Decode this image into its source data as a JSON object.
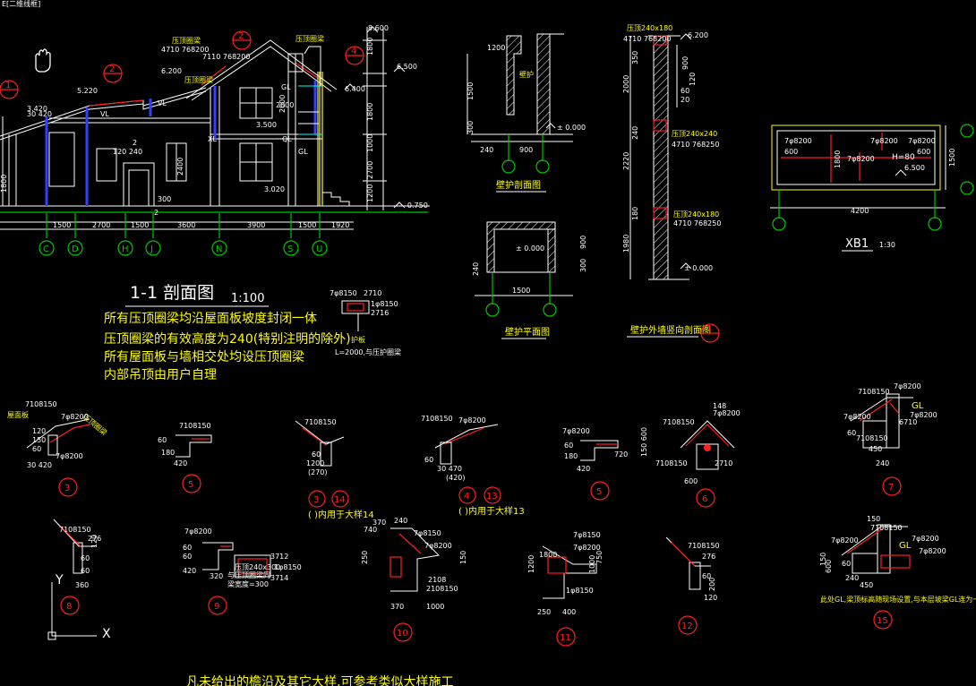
{
  "window": {
    "title_fragment": "E[二维线框]"
  },
  "section": {
    "title": "1-1 剖面图",
    "scale": "1:100",
    "elevations": [
      "8.600",
      "6.500",
      "6.400",
      "6.200",
      "5.220",
      "3.500",
      "3.420",
      "3.020",
      "-0.750"
    ],
    "dims_bottom": [
      "1500",
      "2700",
      "1500",
      "3600",
      "3900",
      "1500",
      "1920"
    ],
    "dims_right": [
      "1800",
      "1800",
      "1000",
      "2700",
      "1200"
    ],
    "dims_left": [
      "2400",
      "2000",
      "1800"
    ],
    "axis_labels": [
      "C",
      "D",
      "H",
      "J",
      "N",
      "S",
      "U"
    ],
    "callouts": [
      "1",
      "2",
      "4",
      "2"
    ],
    "tags": [
      "压顶圈梁",
      "压顶圈梁",
      "压顶圈梁",
      "VL",
      "VL",
      "GL",
      "XL",
      "QL",
      "GL"
    ],
    "small_dims": [
      "30 420",
      "120 240",
      "300",
      "2",
      "2",
      "2000",
      "4710 768200",
      "7110 768200"
    ]
  },
  "notes": [
    "所有压顶圈梁均沿屋面板坡度封闭一体",
    "压顶圈梁的有效高度为240(特别注明的除外)",
    "所有屋面板与墙相交处均设压顶圈梁",
    "内部吊顶由用户自理"
  ],
  "parapet_section": {
    "title": "壁护剖面图",
    "dims": [
      "1200",
      "1500",
      "300",
      "240",
      "900"
    ],
    "elev": "± 0.000",
    "label": "壁护"
  },
  "parapet_plan": {
    "title": "壁护平面图",
    "dims": [
      "1500",
      "900",
      "300",
      "240"
    ],
    "elev": "± 0.000"
  },
  "wall_section": {
    "title": "壁护外墙竖向剖面图",
    "callout": "1",
    "elev_top": "6.200",
    "elev_bottom": "± 0.000",
    "dims": [
      "350",
      "2000",
      "240",
      "2220",
      "180",
      "1980"
    ],
    "beams": [
      "压顶240x180",
      "4710 768200",
      "压顶240x240",
      "4710 768250",
      "压顶240x180",
      "4710 768250"
    ],
    "small": [
      "900",
      "120",
      "60",
      "20"
    ]
  },
  "slab": {
    "title": "XB1",
    "scale": "1:30",
    "dims": [
      "4200",
      "1500",
      "1800"
    ],
    "labels": [
      "7φ8200",
      "7φ8200",
      "7φ8200",
      "7φ8200",
      "H=80"
    ],
    "elev": "6.500",
    "small": [
      "600",
      "600"
    ]
  },
  "rail": {
    "title": "护板",
    "length": "L=2000,与压护圈梁",
    "dims": [
      "7φ8150",
      "2710",
      "1φ8150",
      "2716"
    ]
  },
  "details": [
    {
      "id": "3",
      "text": [
        "7108150",
        "7φ8200",
        "60",
        "150",
        "120",
        "30 420",
        "7φ8200"
      ],
      "tags": [
        "屋面板",
        "压顶圈梁"
      ]
    },
    {
      "id": "5",
      "text": [
        "7108150",
        "60",
        "420",
        "180"
      ]
    },
    {
      "id": "3",
      "id2": "14",
      "note": "( )内用于大样14",
      "text": [
        "7108150",
        "60",
        "1200",
        "(270)"
      ]
    },
    {
      "id": "4",
      "id2": "13",
      "note": "( )内用于大样13",
      "text": [
        "7108150",
        "7φ8200",
        "60",
        "30 470",
        "(420)"
      ]
    },
    {
      "id": "5",
      "text": [
        "7φ8200",
        "60",
        "420",
        "720",
        "180"
      ]
    },
    {
      "id": "6",
      "text": [
        "7108150",
        "7φ8200",
        "148",
        "150 600",
        "2710",
        "7108150",
        "600"
      ]
    },
    {
      "id": "7",
      "text": [
        "7108150",
        "7φ8200",
        "7φ8200",
        "6710",
        "7φ8200",
        "7108150",
        "60",
        "240",
        "450",
        "GL"
      ]
    },
    {
      "id": "8",
      "text": [
        "7108150",
        "276",
        "60",
        "120",
        "60",
        "360"
      ]
    },
    {
      "id": "9",
      "text": [
        "7φ8200",
        "60",
        "60",
        "420",
        "320",
        "压顶240x300",
        "与压顶圈梁同",
        "梁宽度=300",
        "3712",
        "1φ8150",
        "3714"
      ]
    },
    {
      "id": "10",
      "text": [
        "370",
        "240",
        "7φ8150",
        "7φ8200",
        "740",
        "250",
        "150",
        "2108150",
        "2108",
        "370",
        "1000"
      ]
    },
    {
      "id": "11",
      "text": [
        "7φ8150",
        "7φ8200",
        "1200",
        "1000",
        "1800",
        "1φ8150",
        "250",
        "400",
        "750"
      ]
    },
    {
      "id": "12",
      "text": [
        "7108150",
        "276",
        "60",
        "200",
        "120"
      ]
    },
    {
      "id": "15",
      "text": [
        "150",
        "7108150",
        "7φ8200",
        "7φ8200",
        "GL",
        "7φ8200",
        "150",
        "600",
        "240",
        "450",
        "60"
      ],
      "note": "此处GL,梁顶标高随现场设置,与本层坡梁GL连为一体"
    }
  ],
  "footer_note": "凡未给出的檐沿及其它大样,可参考类似大样施工",
  "ucs": {
    "x": "X",
    "y": "Y"
  }
}
